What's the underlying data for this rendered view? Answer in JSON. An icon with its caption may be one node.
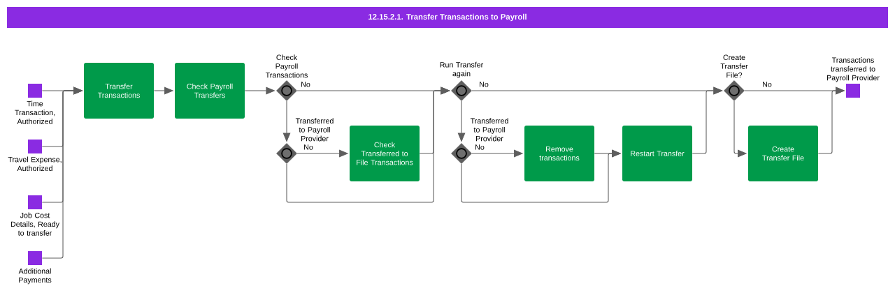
{
  "diagram": {
    "title": "12.15.2.1. Transfer Transactions to Payroll",
    "nodes": [
      {
        "text": [
          "Time Transaction, Authorized"
        ]
      },
      {
        "text": [
          "Travel Expense, Authorized"
        ]
      },
      {
        "text": [
          "Job Cost Details, Ready to transfer"
        ]
      },
      {
        "text": [
          "Additional Payments"
        ]
      },
      {
        "text": [
          "Transfer Transactions"
        ]
      },
      {
        "text": [
          "Check Payroll Transfers"
        ]
      },
      {
        "text": [
          "Check Payroll Transactions"
        ]
      },
      {
        "text": [
          "Transferred to Payroll Provider"
        ]
      },
      {
        "text": [
          "Check Transferred to File Transactions"
        ]
      },
      {
        "text": [
          "Run Transfer again"
        ]
      },
      {
        "text": [
          "Transferred to Payroll Provider"
        ]
      },
      {
        "text": [
          "Remove transactions"
        ]
      },
      {
        "text": [
          "Restart Transfer"
        ]
      },
      {
        "text": [
          "Create Transfer File?"
        ]
      },
      {
        "text": [
          "Create Transfer File"
        ]
      },
      {
        "text": [
          "Transactions transferred to Payroll Provider"
        ]
      }
    ],
    "edges": [
      {
        "from": 0,
        "to": 4,
        "arrow": "to"
      },
      {
        "from": 1,
        "to": 4,
        "arrow": "to"
      },
      {
        "from": 2,
        "to": 4,
        "arrow": "to"
      },
      {
        "from": 3,
        "to": 4,
        "arrow": "to"
      },
      {
        "from": 4,
        "to": 5,
        "arrow": "to"
      },
      {
        "from": 5,
        "to": 6,
        "arrow": "to"
      },
      {
        "from": 6,
        "to": 9,
        "arrow": "to",
        "label": "No"
      },
      {
        "from": 6,
        "to": 7,
        "arrow": "to"
      },
      {
        "from": 7,
        "to": 8,
        "arrow": "to",
        "label": "No"
      },
      {
        "from": 7,
        "to": 9,
        "arrow": "to"
      },
      {
        "from": 8,
        "to": 9,
        "arrow": "to"
      },
      {
        "from": 9,
        "to": 13,
        "arrow": "to",
        "label": "No"
      },
      {
        "from": 9,
        "to": 10,
        "arrow": "to"
      },
      {
        "from": 10,
        "to": 11,
        "arrow": "to",
        "label": "No"
      },
      {
        "from": 10,
        "to": 12,
        "arrow": "to"
      },
      {
        "from": 11,
        "to": 12,
        "arrow": "to"
      },
      {
        "from": 12,
        "to": 13,
        "arrow": "to"
      },
      {
        "from": 13,
        "to": 15,
        "arrow": "to",
        "label": "No"
      },
      {
        "from": 13,
        "to": 14,
        "arrow": "to"
      },
      {
        "from": 14,
        "to": 15,
        "arrow": "to"
      }
    ]
  }
}
